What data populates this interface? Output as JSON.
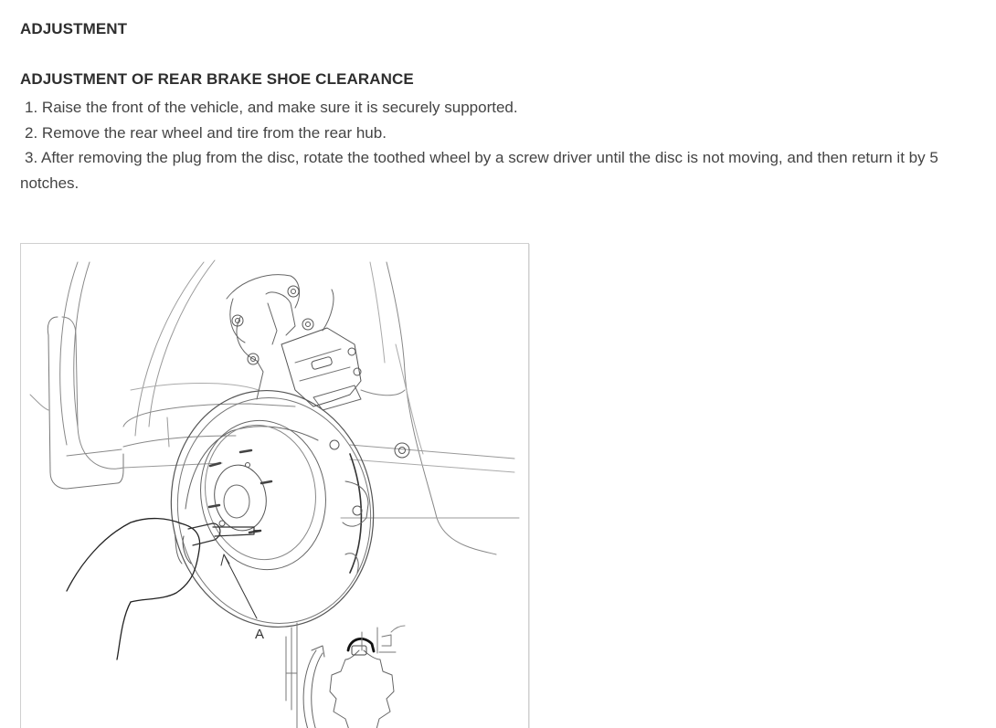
{
  "document": {
    "title": "ADJUSTMENT",
    "section": {
      "title": "ADJUSTMENT OF REAR BRAKE SHOE CLEARANCE",
      "steps": [
        {
          "number": "1.",
          "text": "Raise the front of the vehicle, and make sure it is securely supported."
        },
        {
          "number": "2.",
          "text": "Remove the rear wheel and tire from the rear hub."
        },
        {
          "number": "3.",
          "text": "After removing the plug from the disc, rotate the toothed wheel by a screw driver until the disc is not moving, and then return it by 5 notches."
        }
      ]
    },
    "figure": {
      "description": "Line illustration: hand holding a screwdriver (A) inserted into rear brake disc access hole; inset shows toothed adjuster wheel with rotation arrow",
      "callouts": [
        {
          "label": "A",
          "refers_to": "screw driver"
        }
      ]
    }
  }
}
